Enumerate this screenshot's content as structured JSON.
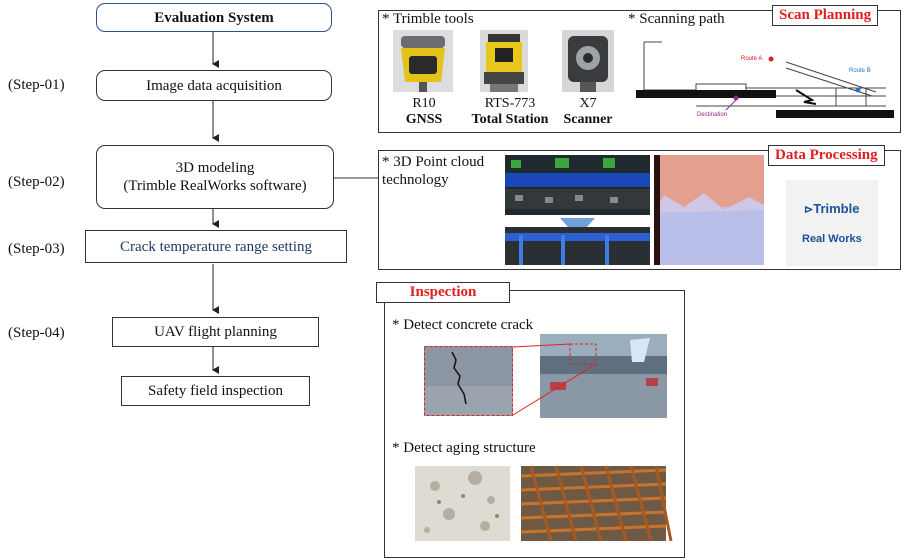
{
  "flow": {
    "title": "Evaluation System",
    "steps": [
      {
        "step": "(Step-01)",
        "label": "Image data acquisition"
      },
      {
        "step": "(Step-02)",
        "label_line1": "3D modeling",
        "label_line2": "(Trimble RealWorks software)"
      },
      {
        "step": "(Step-03)",
        "label": "Crack temperature range setting"
      },
      {
        "step": "(Step-04)",
        "label": "UAV flight planning"
      }
    ],
    "final": "Safety field inspection"
  },
  "scan": {
    "tag": "Scan Planning",
    "tools_label": "* Trimble tools",
    "path_label": "* Scanning path",
    "tools": [
      {
        "model": "R10",
        "type": "GNSS"
      },
      {
        "model": "RTS-773",
        "type": "Total Station"
      },
      {
        "model": "X7",
        "type": "Scanner"
      }
    ],
    "route_a": "Route A",
    "route_b": "Route B",
    "destination": "Destination"
  },
  "processing": {
    "tag": "Data Processing",
    "label_line1": "* 3D Point cloud",
    "label_line2": "technology",
    "logo_text": "Trimble",
    "logo_sub": "Real Works"
  },
  "inspection": {
    "tag": "Inspection",
    "crack_label": "* Detect concrete crack",
    "aging_label": "* Detect aging structure"
  },
  "colors": {
    "accent": "#e02020",
    "step3_text": "#1f3a68",
    "title_border": "#2f4f8f"
  }
}
